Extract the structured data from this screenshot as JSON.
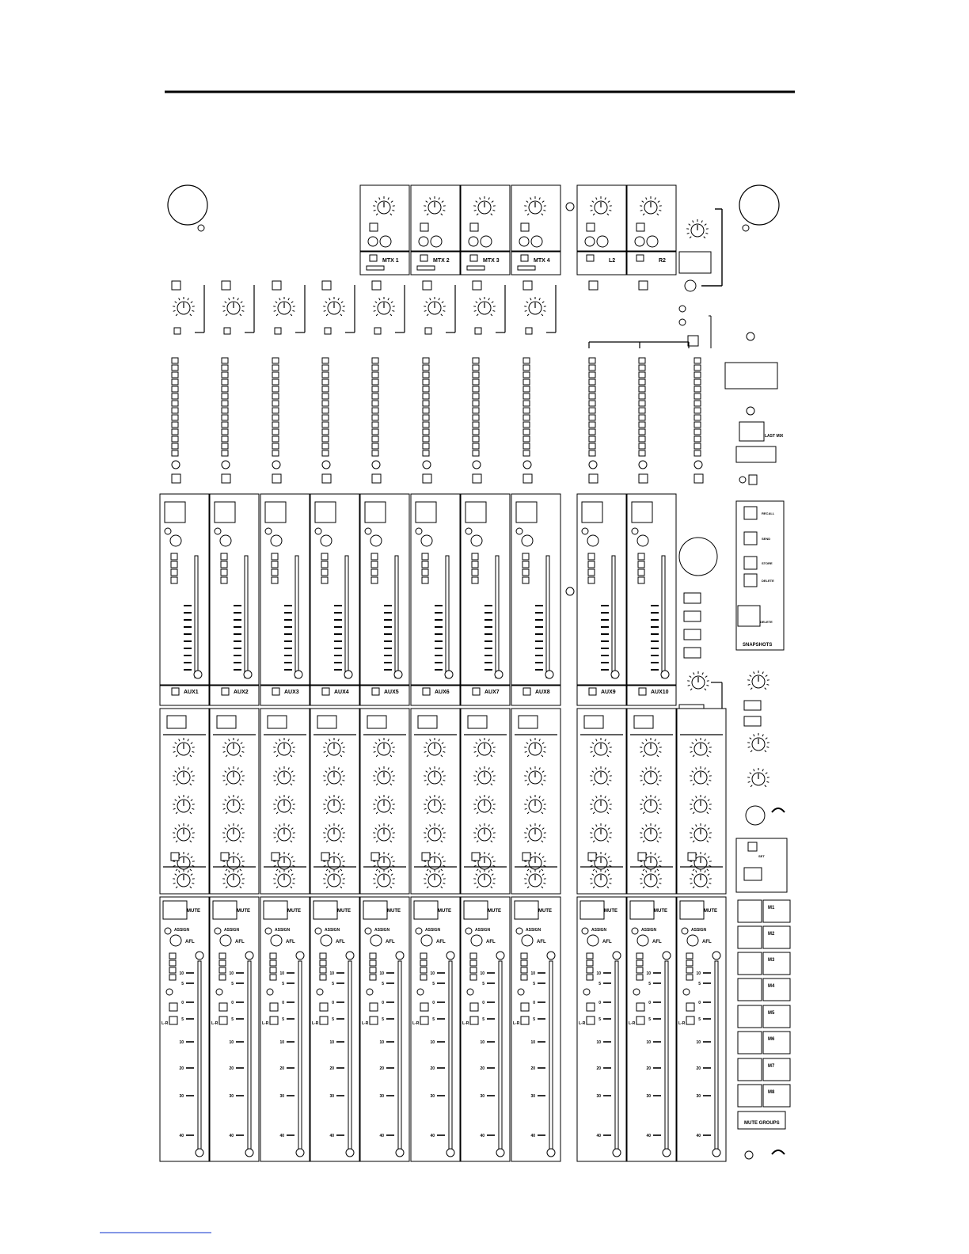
{
  "mix_masters": {
    "labels": [
      "MTX 1",
      "MTX 2",
      "MTX 3",
      "MTX 4"
    ]
  },
  "lr_masters": {
    "labels": [
      "L2",
      "R2"
    ]
  },
  "aux_masters": {
    "labels": [
      "AUX1",
      "AUX2",
      "AUX3",
      "AUX4",
      "AUX5",
      "AUX6",
      "AUX7",
      "AUX8",
      "AUX9",
      "AUX10"
    ]
  },
  "channel_strip": {
    "mute_label": "MUTE",
    "assign_label": "ASSIGN",
    "afl_label": "AFL",
    "l_r_label": "L-R",
    "fader_scale": [
      "10",
      "5",
      "0",
      "5",
      "10",
      "20",
      "30",
      "40"
    ]
  },
  "right_panel": {
    "last_mix_label": "LAST MIX",
    "snapshots_title": "SNAPSHOTS",
    "snapshot_buttons": [
      "RECALL",
      "SEND",
      "STORE",
      "DELETE"
    ],
    "mute_groups_title": "MUTE GROUPS",
    "mute_group_labels": [
      "M1",
      "M2",
      "M3",
      "M4",
      "M5",
      "M6",
      "M7",
      "M8"
    ],
    "mute_group_set_label": "SET",
    "headphone_icon": "headphone-icon"
  }
}
